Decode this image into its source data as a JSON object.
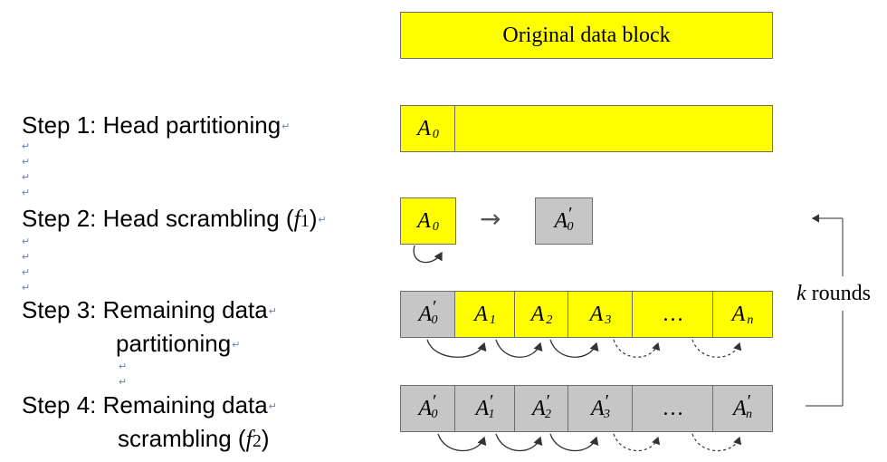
{
  "steps": {
    "s1": "Step 1: Head partitioning",
    "s2_pre": "Step 2: Head scrambling (",
    "s2_f": "f",
    "s2_sub": "1",
    "s2_post": ")",
    "s3a": "Step 3: Remaining data",
    "s3b": "partitioning",
    "s4a": "Step 4: Remaining data",
    "s4b_pre": "scrambling (",
    "s4b_f": "f",
    "s4b_sub": "2",
    "s4b_post": ")"
  },
  "return_mark": "↵",
  "original_block": "Original data block",
  "arrow": "→",
  "loop_label": "k rounds",
  "loop_k": "k",
  "loop_word": " rounds",
  "letter": "A",
  "prime": "′",
  "ellipsis": "…",
  "subs": [
    "0",
    "1",
    "2",
    "3",
    "n"
  ],
  "colors": {
    "yellow": "#ffff00",
    "gray": "#c6c6c6",
    "border": "#6e6e6e",
    "mark": "#6a7fb3"
  }
}
